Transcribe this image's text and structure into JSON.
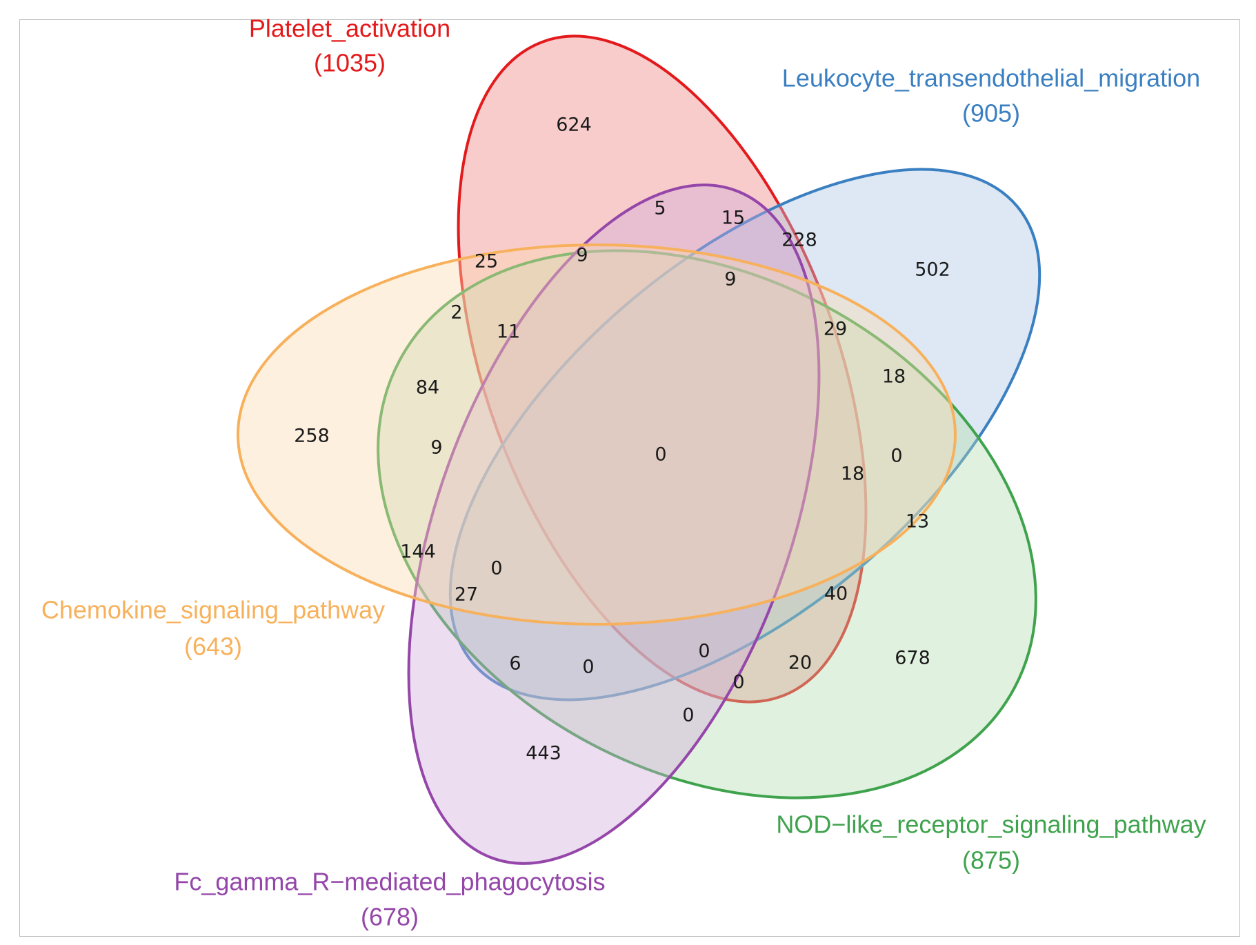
{
  "sets": [
    {
      "name": "Platelet_activation",
      "size": "(1035)",
      "stroke": "#e31a1c",
      "fill": "#f08080"
    },
    {
      "name": "Leukocyte_transendothelial_migration",
      "size": "(905)",
      "stroke": "#3a7fc1",
      "fill": "#a9c6e3"
    },
    {
      "name": "NOD−like_receptor_signaling_pathway",
      "size": "(875)",
      "stroke": "#3fa34d",
      "fill": "#b4dbb0"
    },
    {
      "name": "Fc_gamma_R−mediated_phagocytosis",
      "size": "(678)",
      "stroke": "#9446a9",
      "fill": "#cfa9d9"
    },
    {
      "name": "Chemokine_signaling_pathway",
      "size": "(643)",
      "stroke": "#f7b15c",
      "fill": "#fdd9b0"
    }
  ],
  "counts": [
    "624",
    "502",
    "678",
    "443",
    "258",
    "5",
    "15",
    "228",
    "25",
    "9",
    "9",
    "2",
    "11",
    "29",
    "18",
    "84",
    "9",
    "0",
    "0",
    "18",
    "13",
    "144",
    "0",
    "27",
    "40",
    "6",
    "0",
    "0",
    "20",
    "0",
    "0"
  ]
}
